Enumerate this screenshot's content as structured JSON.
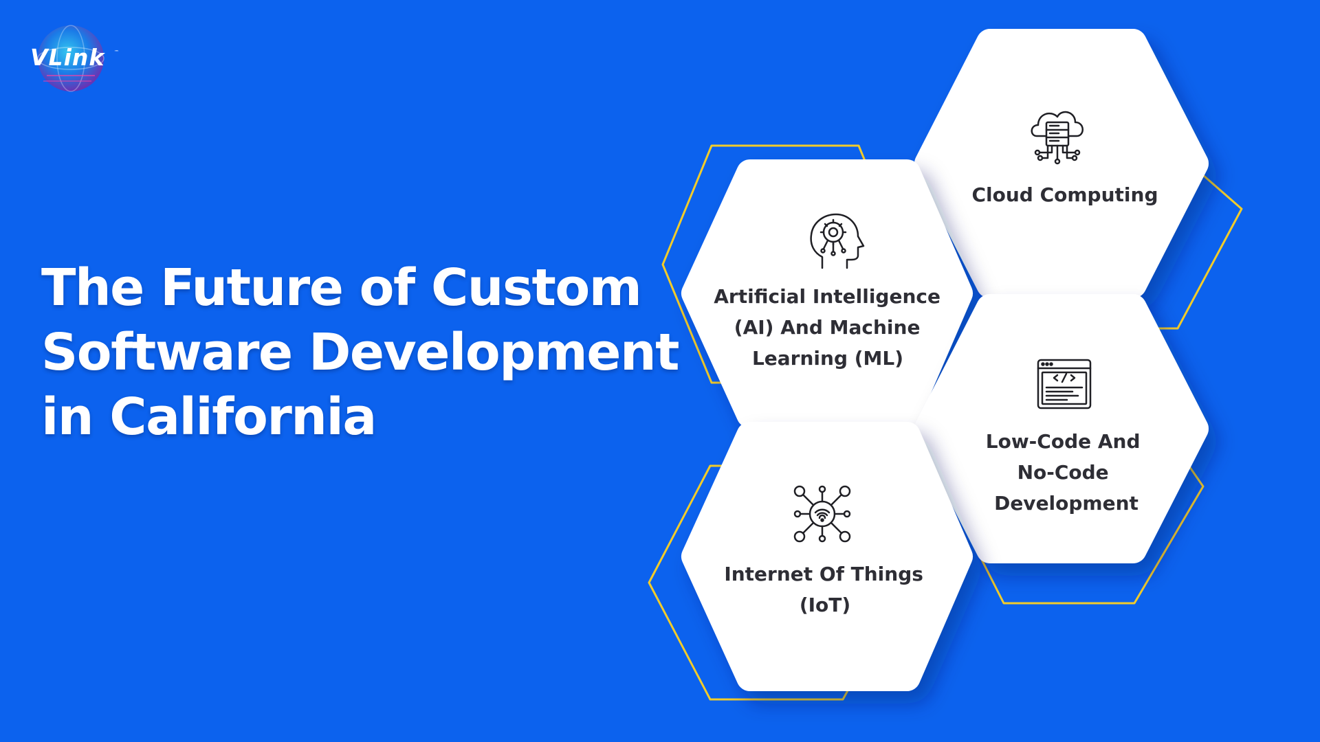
{
  "brand": {
    "logo_text": "VLink",
    "logo_tm": "™"
  },
  "headline": {
    "line1": "The Future of Custom",
    "line2": "Software Development",
    "line3": "in California"
  },
  "trends": [
    {
      "id": "cloud",
      "icon": "cloud-server-icon",
      "lines": [
        "Cloud Computing"
      ]
    },
    {
      "id": "ai",
      "icon": "ai-head-icon",
      "lines": [
        "Artificial Intelligence",
        "(AI) And Machine",
        "Learning (ML)"
      ]
    },
    {
      "id": "lowcode",
      "icon": "code-window-icon",
      "lines": [
        "Low-Code And",
        "No-Code",
        "Development"
      ]
    },
    {
      "id": "iot",
      "icon": "iot-network-icon",
      "lines": [
        "Internet Of Things",
        "(IoT)"
      ]
    }
  ],
  "colors": {
    "background": "#0c62ee",
    "hexagon": "#ffffff",
    "outline": "#f2cc2a",
    "text": "#2e2e35",
    "icon": "#1f1f24"
  }
}
